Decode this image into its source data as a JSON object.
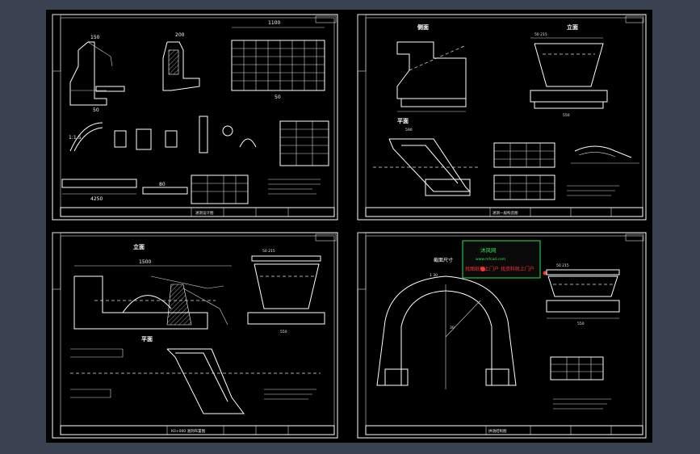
{
  "sheets": [
    {
      "id": "sheet-top-left",
      "title_block": "涵洞设计图",
      "labels": {
        "dim_top": "1100",
        "dim_a": "150",
        "dim_b": "200",
        "dim_c": "50",
        "dim_d": "1:1.5",
        "base": "50",
        "dim_long": "4250",
        "dim_long2": "80"
      }
    },
    {
      "id": "sheet-top-right",
      "title_block": "涵洞一般构造图",
      "labels": {
        "elev_label": "侧面",
        "front_label": "立面",
        "plan_label": "平面",
        "dim_top": "50 215",
        "dim_width": "550",
        "dim_base": "590"
      }
    },
    {
      "id": "sheet-bottom-left",
      "title_block": "K0+000 涵洞布置图",
      "labels": {
        "front_label": "立面",
        "plan_label": "平面",
        "dim_top": "1500",
        "dim_side": "50 215",
        "dim_base": "550"
      }
    },
    {
      "id": "sheet-bottom-right",
      "title_block": "拱涵结构图",
      "labels": {
        "section_label": "截面尺寸",
        "dim_a": "1 30",
        "dim_b": "30",
        "dim_side": "50 215",
        "dim_base": "550"
      }
    }
  ],
  "watermark": {
    "brand": "沐风网",
    "url": "www.mfcad.com",
    "slogan": "找图纸就上门户 找资料就上门户"
  },
  "colors": {
    "background": "#3a4150",
    "drawing": "#000000",
    "line": "#ffffff",
    "ad_green": "#29e84a",
    "ad_red": "#ff3030"
  }
}
